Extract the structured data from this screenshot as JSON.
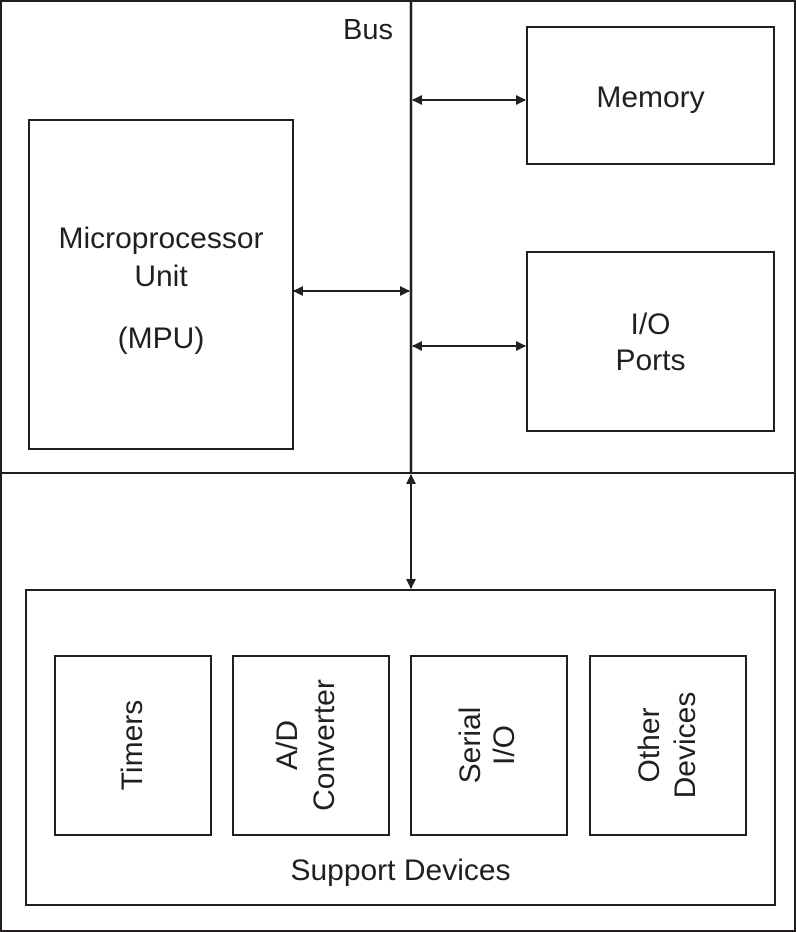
{
  "bus": {
    "label": "Bus"
  },
  "mpu": {
    "line1": "Microprocessor",
    "line2": "Unit",
    "line3": "(MPU)"
  },
  "memory": {
    "label": "Memory"
  },
  "io_ports": {
    "line1": "I/O",
    "line2": "Ports"
  },
  "support": {
    "label": "Support Devices",
    "devices": [
      {
        "line1": "Timers",
        "line2": ""
      },
      {
        "line1": "A/D",
        "line2": "Converter"
      },
      {
        "line1": "Serial",
        "line2": "I/O"
      },
      {
        "line1": "Other",
        "line2": "Devices"
      }
    ]
  }
}
